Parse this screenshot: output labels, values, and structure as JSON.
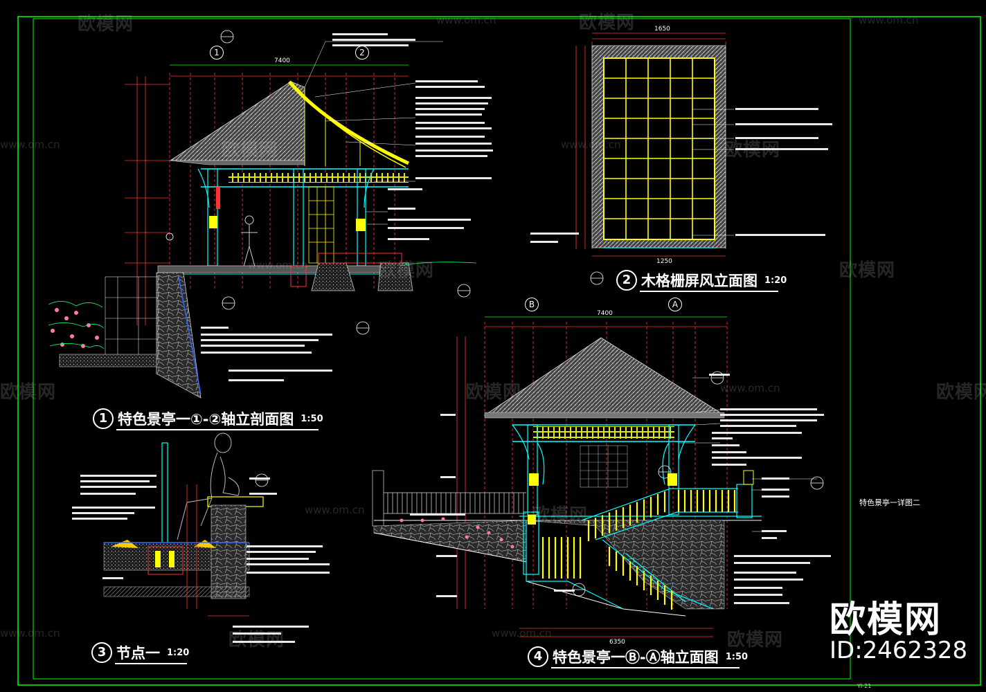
{
  "watermark": {
    "cn": "欧模网",
    "url": "www.om.cn"
  },
  "brand": {
    "name": "欧模网",
    "id": "ID:2462328"
  },
  "sheet": {
    "title": "特色景亭一详图二",
    "number": "YI-21"
  },
  "views": [
    {
      "num": "1",
      "name": "特色景亭一①-②轴立剖面图",
      "scale": "1:50"
    },
    {
      "num": "2",
      "name": "木格栅屏风立面图",
      "scale": "1:20"
    },
    {
      "num": "3",
      "name": "节点一",
      "scale": "1:20"
    },
    {
      "num": "4",
      "name": "特色景亭一Ⓑ-Ⓐ轴立面图",
      "scale": "1:50"
    }
  ],
  "axes": {
    "a1": "1",
    "a2": "2",
    "b": "B",
    "a": "A"
  },
  "dims": {
    "top_total": "7400",
    "view2_width": "1650",
    "view2_bottom": "1250",
    "view4_total": "6350"
  },
  "colors": {
    "frame": "#00ff00",
    "dimension": "#ff3333",
    "structure": "#00ffff",
    "timber": "#ffff00",
    "roof": "#b8b8b8",
    "text": "#ffffff",
    "plant": "#ff7aa8"
  }
}
